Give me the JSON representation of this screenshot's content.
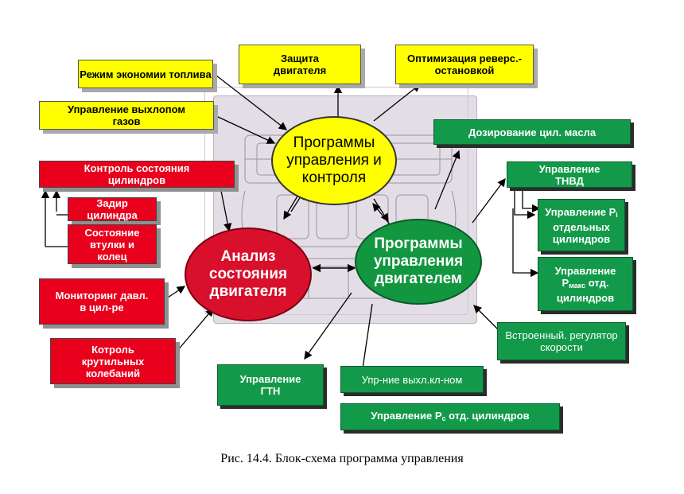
{
  "ellipses": {
    "control_programs": "Программы управления и контроля",
    "condition_analysis": "Анализ состояния двигателя",
    "engine_control": "Программы управления двигателем"
  },
  "yellow_boxes": {
    "fuel_economy": "Режим экономии топлива",
    "engine_protection": "Защита двигателя",
    "reverse_stop": "Оптимизация реверс.-остановкой",
    "exhaust_control": "Управление выхлопом газов"
  },
  "red_boxes": {
    "cylinder_condition": "Контроль состояния цилиндров",
    "cylinder_scuffing": "Задир цилиндра",
    "liner_rings": "Состояние втулки и колец",
    "pressure_monitoring": "Мониторинг давл. в цил-ре",
    "torsional_vibration": "Котроль крутильных колебаний"
  },
  "green_boxes": {
    "cyl_oil_dosing": "Дозирование цил. масла",
    "hp_fuel_pump": "Управление ТНВД",
    "pi_cylinders": {
      "pre": "Управление P",
      "sub": "i",
      "post": " отдельных цилиндров"
    },
    "pmax_cylinders": {
      "pre": "Управление P",
      "sub": "макс",
      "post": " отд. цилиндров"
    },
    "speed_regulator": "Встроенный. регулятор скорости",
    "turbocharger": "Управление ГТН",
    "exhaust_valve": "Упр-ние выхл.кл-ном",
    "pc_cylinders": {
      "pre": "Управление P",
      "sub": "c",
      "post": " отд. цилиндров"
    }
  },
  "caption": "Рис. 14.4. Блок-схема программа управления",
  "colors": {
    "yellow": "#ffff00",
    "red": "#e8001c",
    "green": "#129a4a"
  }
}
